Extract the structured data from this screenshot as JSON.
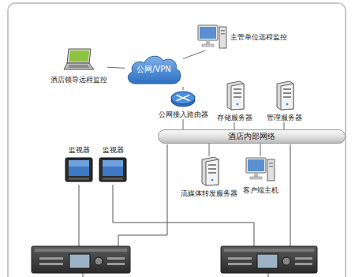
{
  "diagram": {
    "nodes": [
      {
        "text": [
          "主管单位远程监控"
        ]
      },
      {
        "text": [
          "酒店领导远程监控"
        ]
      },
      {
        "text": [
          "公网/VPN"
        ]
      },
      {
        "text": [
          "公网接入路由器"
        ]
      },
      {
        "text": [
          "存储服务器"
        ]
      },
      {
        "text": [
          "管理服务器"
        ]
      },
      {
        "text": [
          "酒店内部网络"
        ]
      },
      {
        "text": [
          "监视器"
        ]
      },
      {
        "text": [
          "监视器"
        ]
      },
      {
        "text": [
          "流媒体转发服务器"
        ]
      },
      {
        "text": [
          "客户端主机"
        ]
      }
    ],
    "edges": [
      {
        "from": 2,
        "to": 0,
        "arrow": "none"
      },
      {
        "from": 2,
        "to": 1,
        "arrow": "none"
      },
      {
        "from": 2,
        "to": 3,
        "arrow": "none"
      },
      {
        "from": 3,
        "to": 6,
        "arrow": "none"
      },
      {
        "from": 4,
        "to": 6,
        "arrow": "none"
      },
      {
        "from": 5,
        "to": 6,
        "arrow": "none"
      },
      {
        "from": 6,
        "to": 9,
        "arrow": "none"
      },
      {
        "from": 6,
        "to": 10,
        "arrow": "none"
      }
    ]
  }
}
